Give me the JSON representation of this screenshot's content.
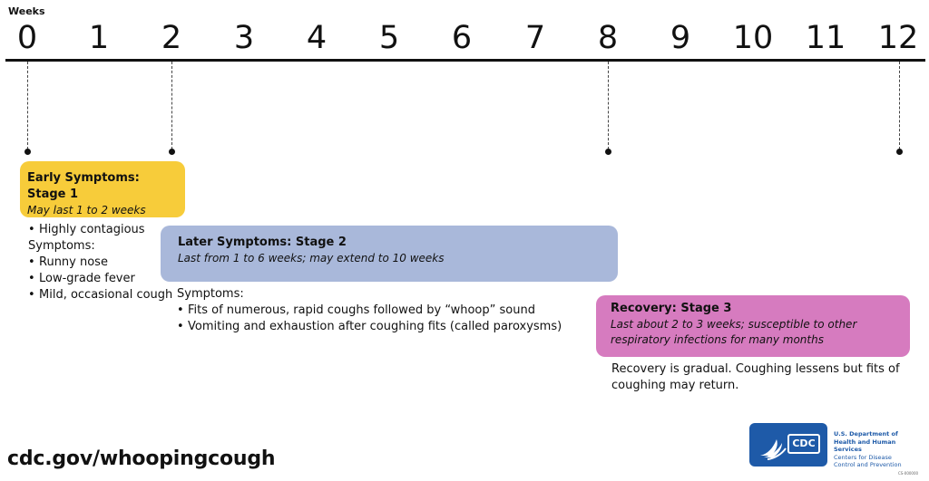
{
  "timeline": {
    "unit_label": "Weeks",
    "ticks": [
      "0",
      "1",
      "2",
      "3",
      "4",
      "5",
      "6",
      "7",
      "8",
      "9",
      "10",
      "11",
      "12"
    ],
    "markers": [
      "0",
      "2",
      "8",
      "12"
    ]
  },
  "stages": {
    "early": {
      "title": "Early Symptoms: Stage 1",
      "duration": "May last 1 to 2 weeks",
      "color": "#f7cc3a",
      "notes": {
        "contagious": "Highly contagious",
        "symptoms_label": "Symptoms:",
        "symptoms": [
          "Runny nose",
          "Low-grade fever",
          "Mild, occasional cough"
        ]
      }
    },
    "later": {
      "title": "Later Symptoms: Stage 2",
      "duration": "Last from 1 to 6 weeks; may extend to 10 weeks",
      "color": "#a9b8da",
      "notes": {
        "symptoms_label": "Symptoms:",
        "symptoms": [
          "Fits of numerous, rapid coughs followed by “whoop” sound",
          "Vomiting and exhaustion after coughing fits (called paroxysms)"
        ]
      }
    },
    "recovery": {
      "title": "Recovery: Stage 3",
      "duration_line1": "Last about 2 to 3 weeks; susceptible to other",
      "duration_line2": "respiratory infections for many months",
      "color": "#d67bbf",
      "notes": {
        "line1": "Recovery is gradual. Coughing lessens but fits of",
        "line2": "coughing may return."
      }
    }
  },
  "footer": {
    "url": "cdc.gov/whoopingcough",
    "logo_text": "CDC",
    "agency_line1": "U.S. Department of",
    "agency_line2": "Health and Human Services",
    "agency_line3": "Centers for Disease",
    "agency_line4": "Control and Prevention",
    "code": "CS-000000"
  }
}
